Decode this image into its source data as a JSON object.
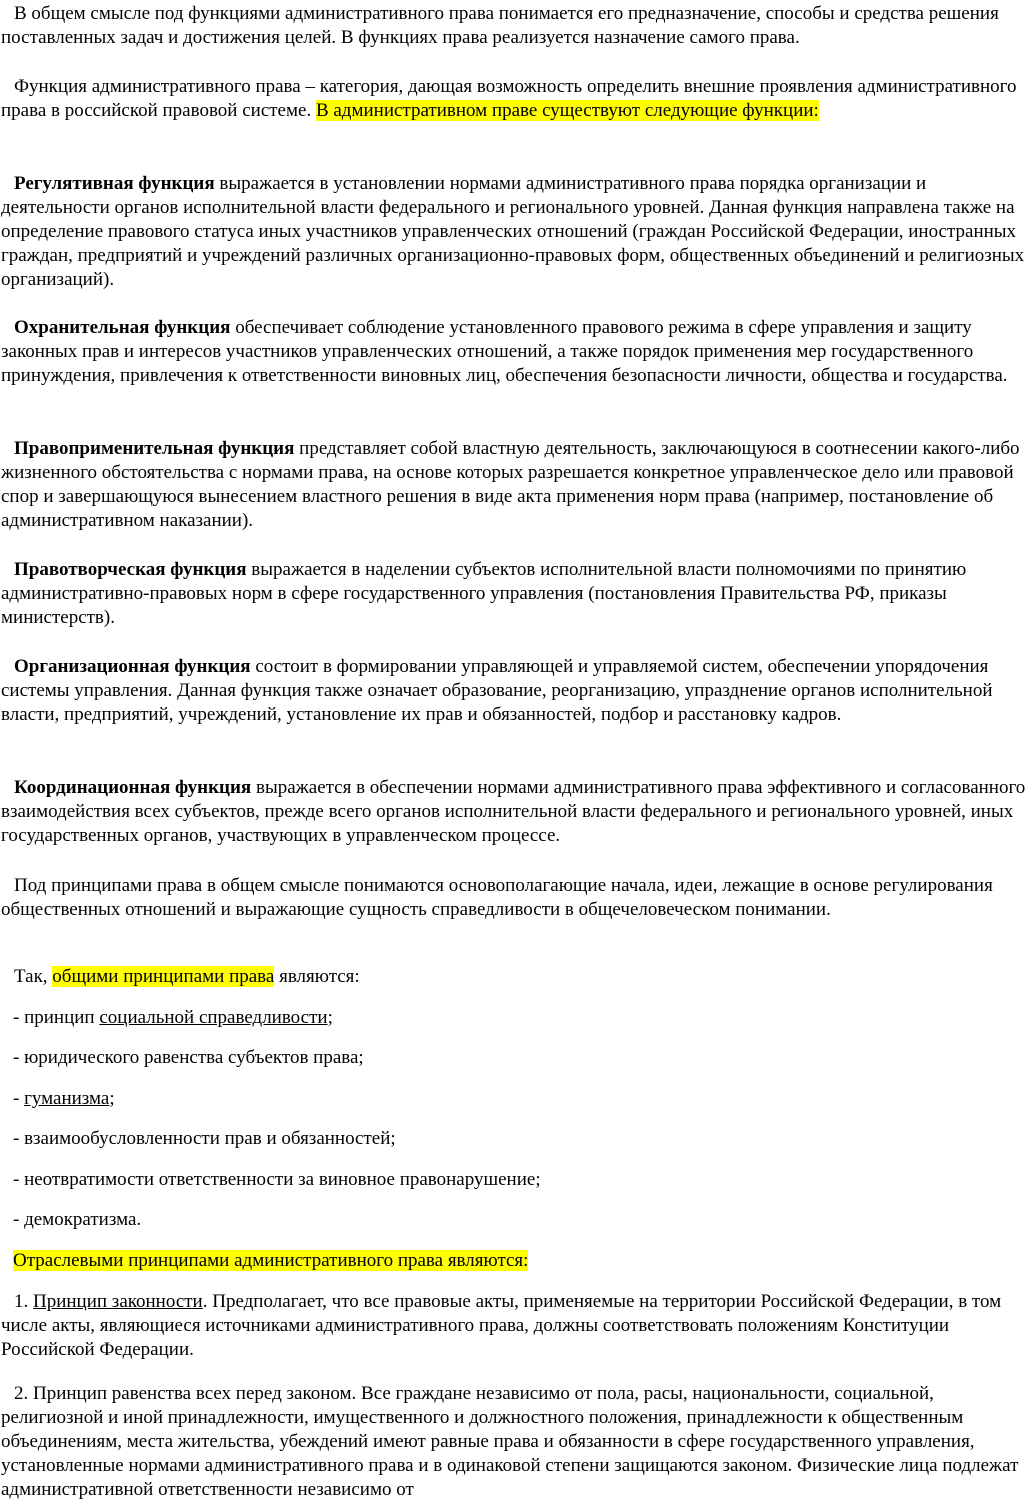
{
  "p1": "В общем смысле под функциями административного права понимается его предназначение, способы и средства решения поставленных задач и достижения целей. В функциях права реализуется назначение самого права.",
  "p2_a": "Функция административного права – категория, дающая возможность определить внешние проявления административного права в российской правовой системе. ",
  "p2_hl": "В административном праве существуют следующие функции:",
  "f1_title": "Регулятивная функция",
  "f1_text": " выражается в установлении нормами административного права порядка организации и деятельности органов исполнительной власти федерального и регионального уровней. Данная функция направлена также на определение правового статуса иных участников управленческих отношений (граждан Российской Федерации, иностранных граждан, предприятий и учреждений различных организационно-правовых форм, общественных объединений и религиозных организаций).",
  "f2_title": "Охранительная функция",
  "f2_text": " обеспечивает соблюдение установленного правового режима в сфере управления и защиту законных прав и интересов участников управленческих отношений, а также порядок применения мер государственного принуждения, привлечения к ответственности виновных лиц, обеспечения безопасности личности, общества и государства.",
  "f3_title": "Правоприменительная функция",
  "f3_text": " представляет собой властную деятельность, заключающуюся в соотнесении какого-либо жизненного обстоятельства с нормами права, на основе которых разрешается конкретное управленческое дело или правовой спор и завершающуюся вынесением властного решения в виде акта применения норм права (например, постановление об административном наказании).",
  "f4_title": "Правотворческая функция",
  "f4_text": " выражается в наделении субъектов исполнительной власти полномочиями по принятию административно-правовых норм в сфере государственного управления (постановления Правительства РФ, приказы министерств).",
  "f5_title": "Организационная функция",
  "f5_text": " состоит в формировании управляющей и управляемой систем, обеспечении упорядочения системы управления. Данная функция также означает образование, реорганизацию, упразднение органов исполнительной власти, предприятий, учреждений, установление их прав и обязанностей, подбор и расстановку кадров.",
  "f6_title": "Координационная функция",
  "f6_text": " выражается в обеспечении нормами административного права эффективного и согласованного взаимодействия всех субъектов, прежде всего органов исполнительной власти федерального и регионального уровней, иных государственных органов, участвующих в управленческом процессе.",
  "p3": "Под принципами права в общем смысле понимаются основополагающие начала, идеи, лежащие в основе регулирования общественных отношений и выражающие сущность справедливости в общечеловеческом понимании.",
  "p4_a": "Так, ",
  "p4_hl": "общими принципами права",
  "p4_b": " являются:",
  "l1_a": "- принцип ",
  "l1_u": "социальной справедливости",
  "l1_b": ";",
  "l2": "- юридического равенства субъектов права;",
  "l3_a": "- ",
  "l3_u": "гуманизма",
  "l3_b": ";",
  "l4": "- взаимообусловленности прав и обязанностей;",
  "l5": "- неотвратимости ответственности за виновное правонарушение;",
  "l6": "- демократизма.",
  "p5_hl": "Отраслевыми принципами административного права являются:",
  "n1_a": "1. ",
  "n1_u": "Принцип законности",
  "n1_b": ". Предполагает, что все правовые акты, применяемые на территории Российской Федерации, в том числе акты, являющиеся источниками административного права, должны соответствовать положениям Конституции Российской Федерации.",
  "n2": "2. Принцип равенства всех перед законом. Все граждане независимо от пола, расы, национальности, социальной, религиозной и иной принадлежности, имущественного и должностного положения, принадлежности к общественным объединениям, места жительства, убеждений имеют равные права и обязанности в сфере государственного управления, установленные нормами административного права и в одинаковой степени защищаются законом. Физические лица подлежат административной ответственности независимо от"
}
